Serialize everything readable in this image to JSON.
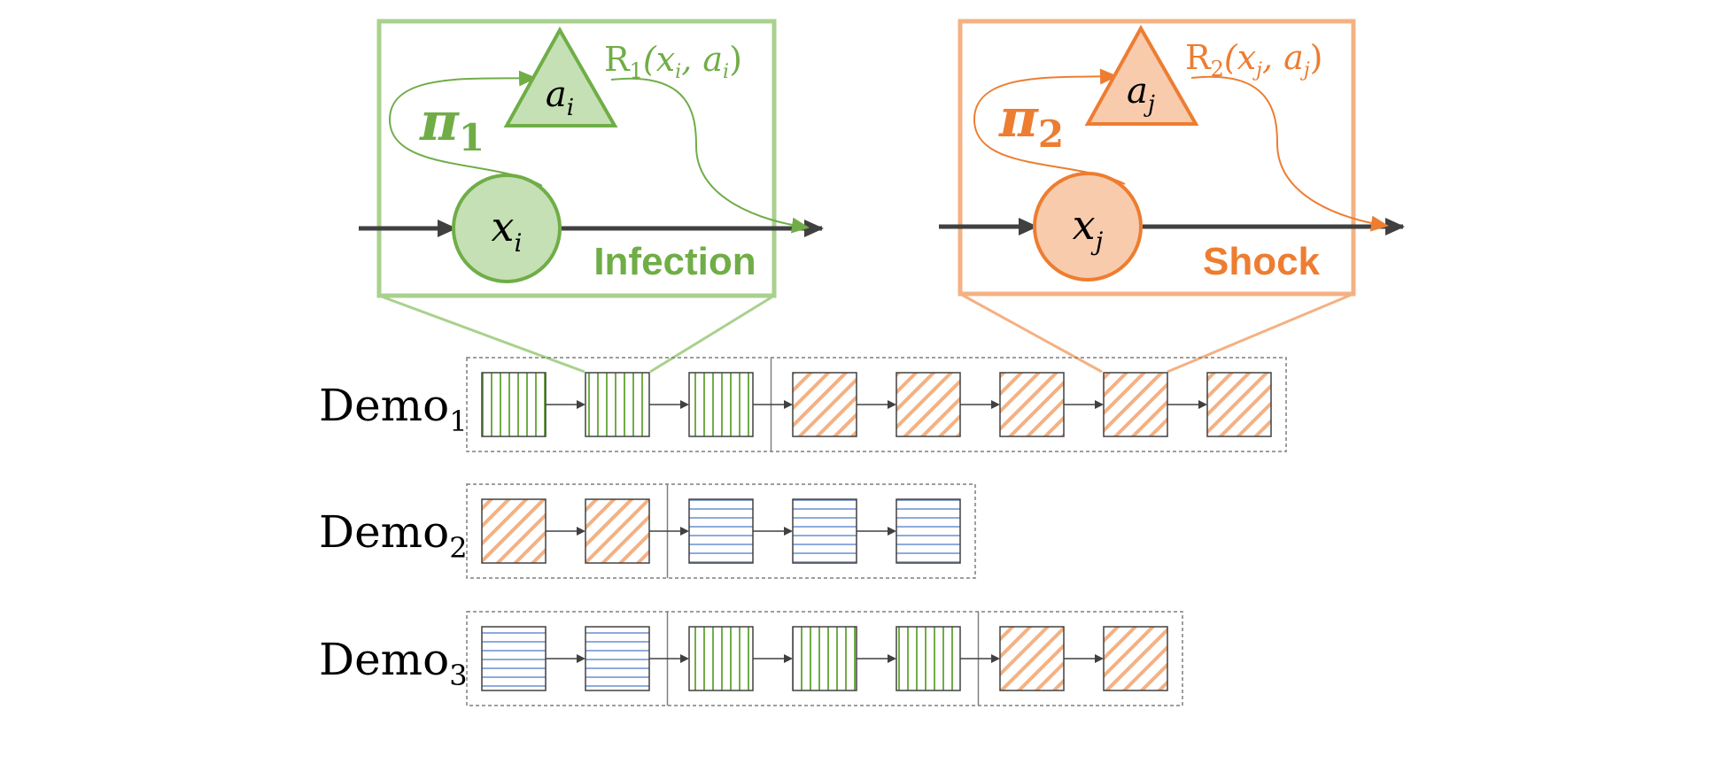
{
  "colors": {
    "green_stroke": "#70ad47",
    "green_fill": "#c5e0b4",
    "green_frame": "#a9d18e",
    "orange_stroke": "#ed7d31",
    "orange_fill": "#f8cbad",
    "orange_frame": "#f4b183",
    "blue_stroke": "#8faadc",
    "arrow": "#404040",
    "dash": "#7f7f7f"
  },
  "panels": [
    {
      "policy_symbol": "π",
      "policy_sub": "1",
      "action_base": "a",
      "action_sub": "i",
      "state_base": "x",
      "state_sub": "i",
      "reward_prefix": "R",
      "reward_sub": "1",
      "reward_args": "(x",
      "reward_args_sub1": "i",
      "reward_mid": ", a",
      "reward_args_sub2": "i",
      "reward_close": ")",
      "label": "Infection",
      "color_key": "green"
    },
    {
      "policy_symbol": "π",
      "policy_sub": "2",
      "action_base": "a",
      "action_sub": "j",
      "state_base": "x",
      "state_sub": "j",
      "reward_prefix": "R",
      "reward_sub": "2",
      "reward_args": "(x",
      "reward_args_sub1": "j",
      "reward_mid": ", a",
      "reward_args_sub2": "j",
      "reward_close": ")",
      "label": "Shock",
      "color_key": "orange"
    }
  ],
  "demos": [
    {
      "label": "Demo",
      "sub": "1",
      "cells": [
        "green",
        "green",
        "green",
        "orange",
        "orange",
        "orange",
        "orange",
        "orange"
      ],
      "segments": [
        3,
        5
      ]
    },
    {
      "label": "Demo",
      "sub": "2",
      "cells": [
        "orange",
        "orange",
        "blue",
        "blue",
        "blue"
      ],
      "segments": [
        2,
        3
      ]
    },
    {
      "label": "Demo",
      "sub": "3",
      "cells": [
        "blue",
        "blue",
        "green",
        "green",
        "green",
        "orange",
        "orange"
      ],
      "segments": [
        2,
        3,
        2
      ]
    }
  ]
}
